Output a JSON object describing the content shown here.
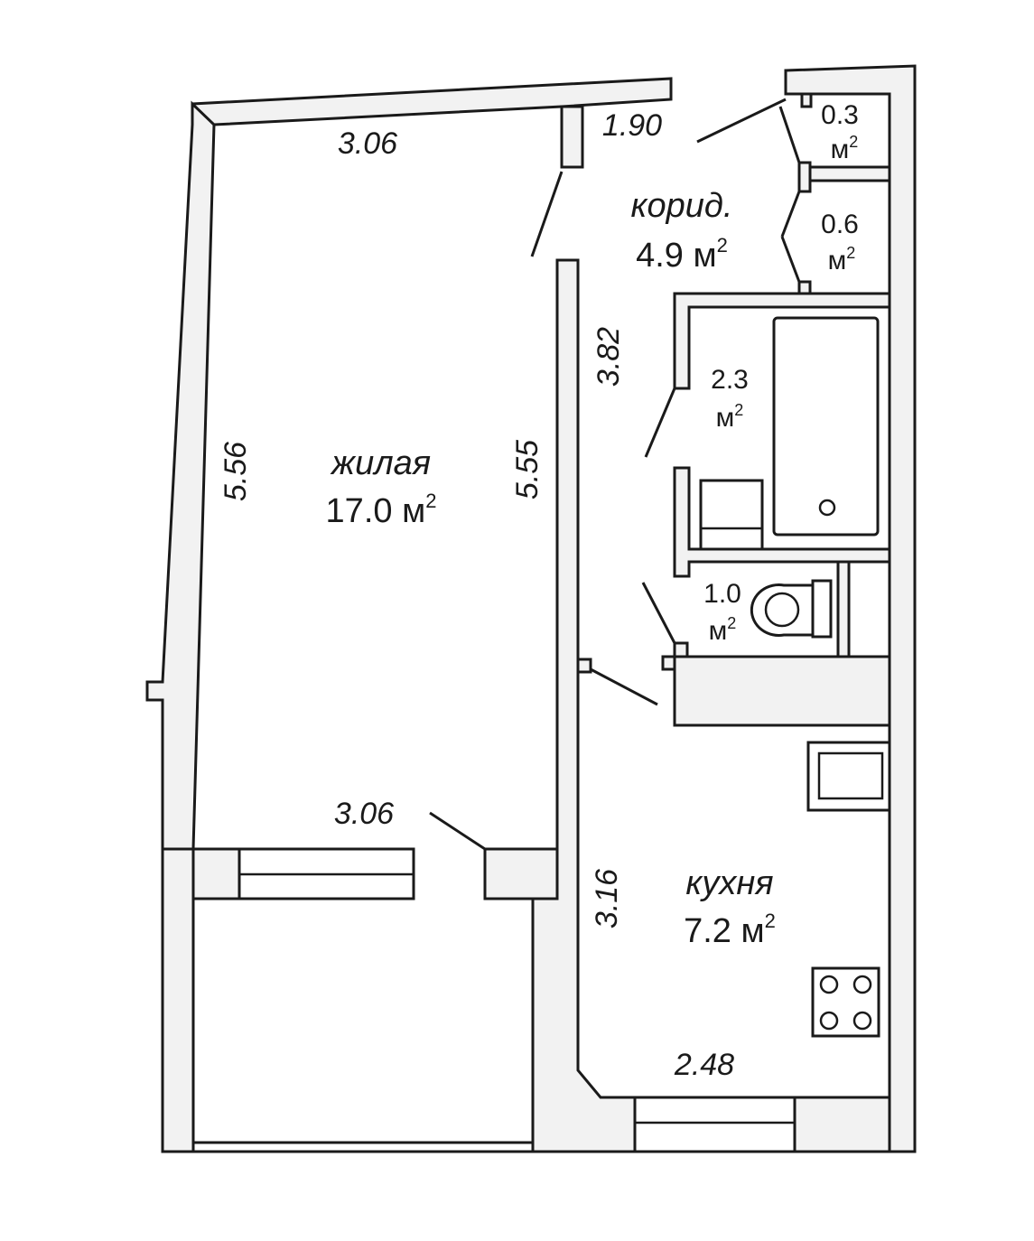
{
  "rooms": {
    "living": {
      "name": "жилая",
      "area": "17.0",
      "unit": "м",
      "exp": "2"
    },
    "corridor": {
      "name": "корид.",
      "area": "4.9",
      "unit": "м",
      "exp": "2"
    },
    "kitchen": {
      "name": "кухня",
      "area": "7.2",
      "unit": "м",
      "exp": "2"
    },
    "bathroom": {
      "area": "2.3",
      "unit": "м",
      "exp": "2"
    },
    "toilet": {
      "area": "1.0",
      "unit": "м",
      "exp": "2"
    },
    "closet_small": {
      "area": "0.3",
      "unit": "м",
      "exp": "2"
    },
    "closet": {
      "area": "0.6",
      "unit": "м",
      "exp": "2"
    }
  },
  "dimensions": {
    "living_top": "3.06",
    "living_bottom": "3.06",
    "living_left": "5.56",
    "living_right": "5.55",
    "corridor_width": "1.90",
    "corridor_length": "3.82",
    "kitchen_length": "3.16",
    "kitchen_width": "2.48"
  }
}
